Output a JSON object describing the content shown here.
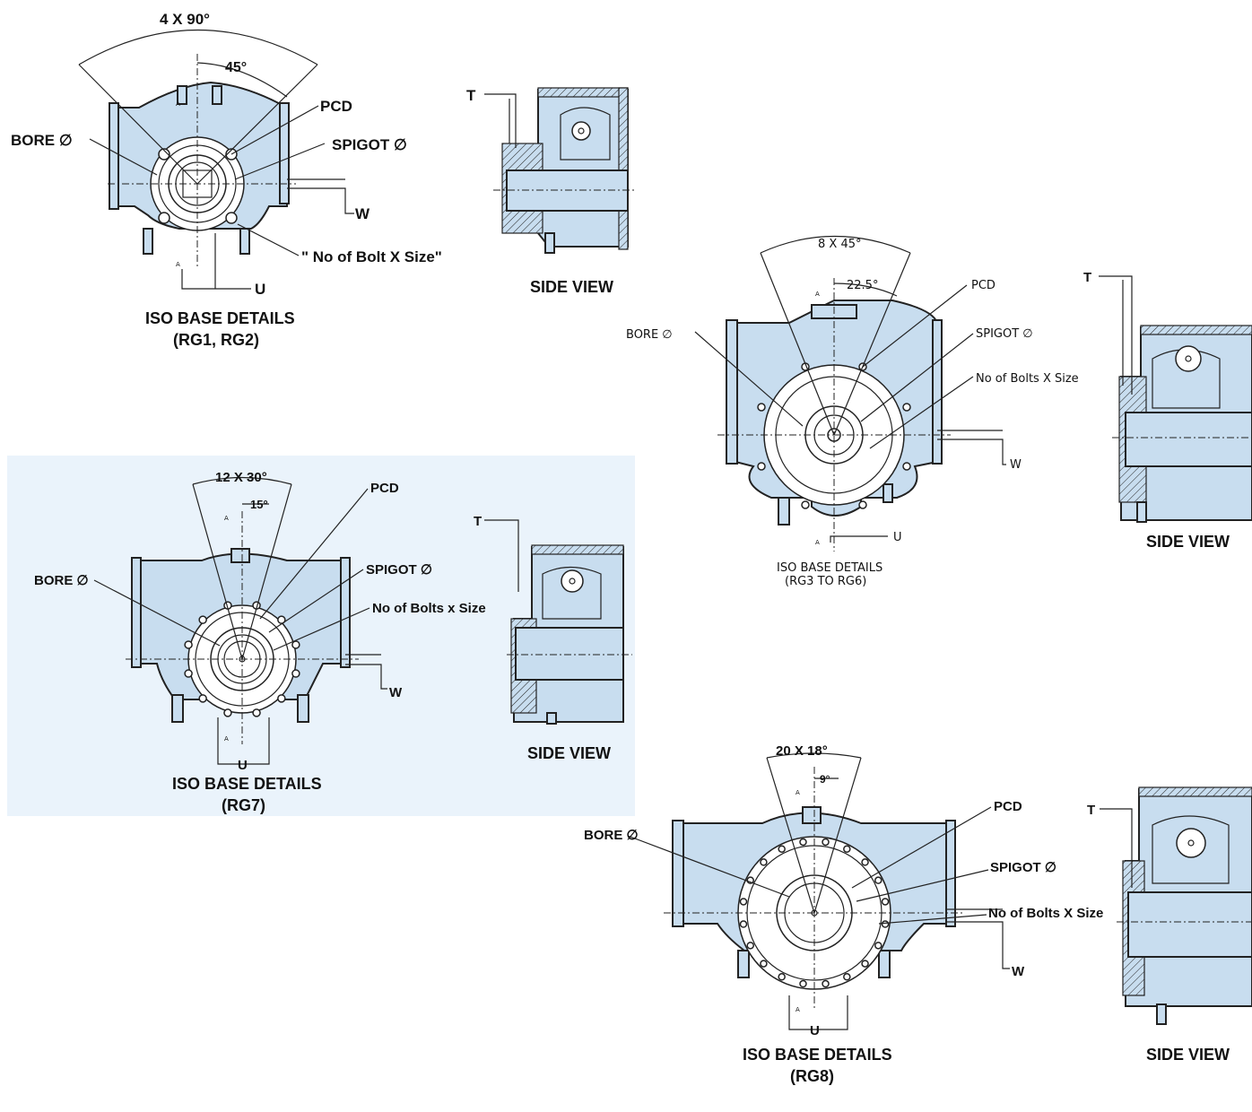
{
  "rg12": {
    "angle_total": "4 X 90°",
    "angle_half": "45°",
    "bore": "BORE ∅",
    "pcd": "PCD",
    "spigot": "SPIGOT ∅",
    "w": "W",
    "bolts": "\" No of Bolt X Size\"",
    "u": "U",
    "section_a1": "A",
    "section_a2": "A",
    "title1": "ISO BASE DETAILS",
    "title2": "(RG1, RG2)",
    "side_t": "T",
    "side_title": "SIDE VIEW"
  },
  "rg36": {
    "angle_total": "8 X 45°",
    "angle_half": "22.5°",
    "bore": "BORE ∅",
    "pcd": "PCD",
    "spigot": "SPIGOT ∅",
    "bolts": "No of Bolts X Size",
    "w": "W",
    "u": "U",
    "section_a1": "A",
    "section_a2": "A",
    "title1": "ISO BASE DETAILS",
    "title2": "(RG3 TO RG6)",
    "side_t": "T",
    "side_title": "SIDE VIEW"
  },
  "rg7": {
    "angle_total": "12 X 30°",
    "angle_half": "15°",
    "pcd": "PCD",
    "bore": "BORE ∅",
    "spigot": "SPIGOT ∅",
    "bolts": "No of Bolts x Size",
    "w": "W",
    "u": "U",
    "section_a1": "A",
    "section_a2": "A",
    "title1": "ISO BASE DETAILS",
    "title2": "(RG7)",
    "side_t": "T",
    "side_title": "SIDE VIEW"
  },
  "rg8": {
    "angle_total": "20 X 18°",
    "angle_half": "9°",
    "pcd": "PCD",
    "bore": "BORE ∅",
    "spigot": "SPIGOT ∅",
    "bolts": "No of Bolts X Size",
    "w": "W",
    "u": "U",
    "section_a1": "A",
    "section_a2": "A",
    "title1": "ISO BASE DETAILS",
    "title2": "(RG8)",
    "side_t": "T",
    "side_title": "SIDE VIEW"
  },
  "colors": {
    "body_fill": "#c8ddef",
    "panel_bg": "#eaf3fb",
    "line": "#222222"
  }
}
